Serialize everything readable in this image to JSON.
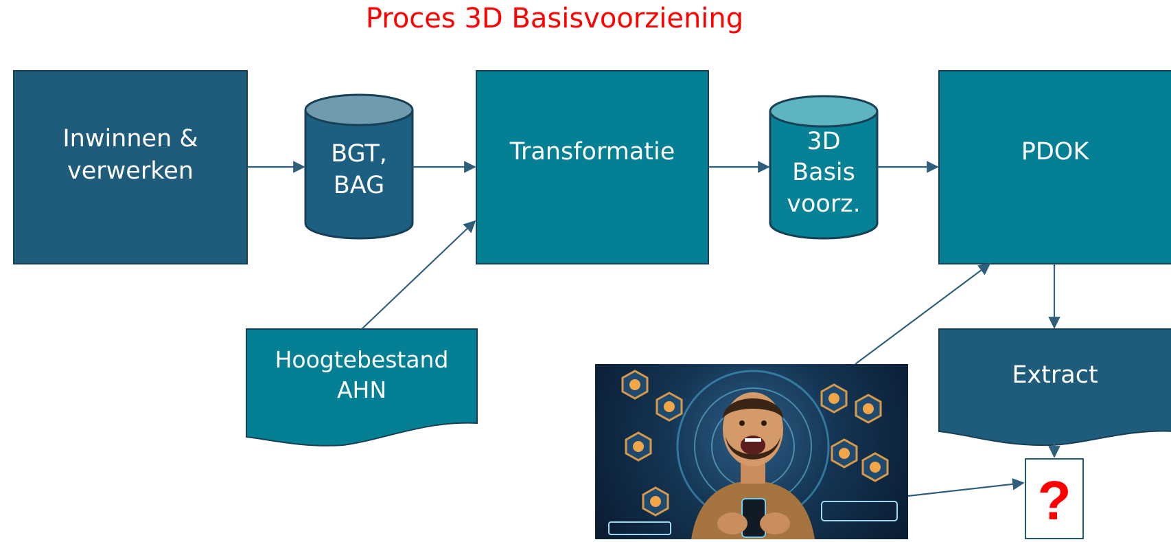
{
  "title": "Proces 3D Basisvoorziening",
  "colors": {
    "title": "#ff0000",
    "dark_blue": "#1f5b7a",
    "teal": "#047f93",
    "cylinder_dark": "#1c5f80",
    "cylinder_top_dark": "#6f9bb0",
    "cylinder_teal": "#068196",
    "cylinder_top_teal": "#5fb4c2",
    "connector": "#2f5f7a",
    "question_mark": "#ff0000"
  },
  "nodes": {
    "inwinnen": "Inwinnen &\nverwerken",
    "bgt_bag": "BGT,\nBAG",
    "transformatie": "Transformatie",
    "basisvoorz": "3D\nBasis\nvoorz.",
    "pdok": "PDOK",
    "hoogtebestand": "Hoogtebestand\nAHN",
    "extract": "Extract",
    "question": "?"
  },
  "photo": {
    "icon": "person-with-smartphone-illustration"
  }
}
